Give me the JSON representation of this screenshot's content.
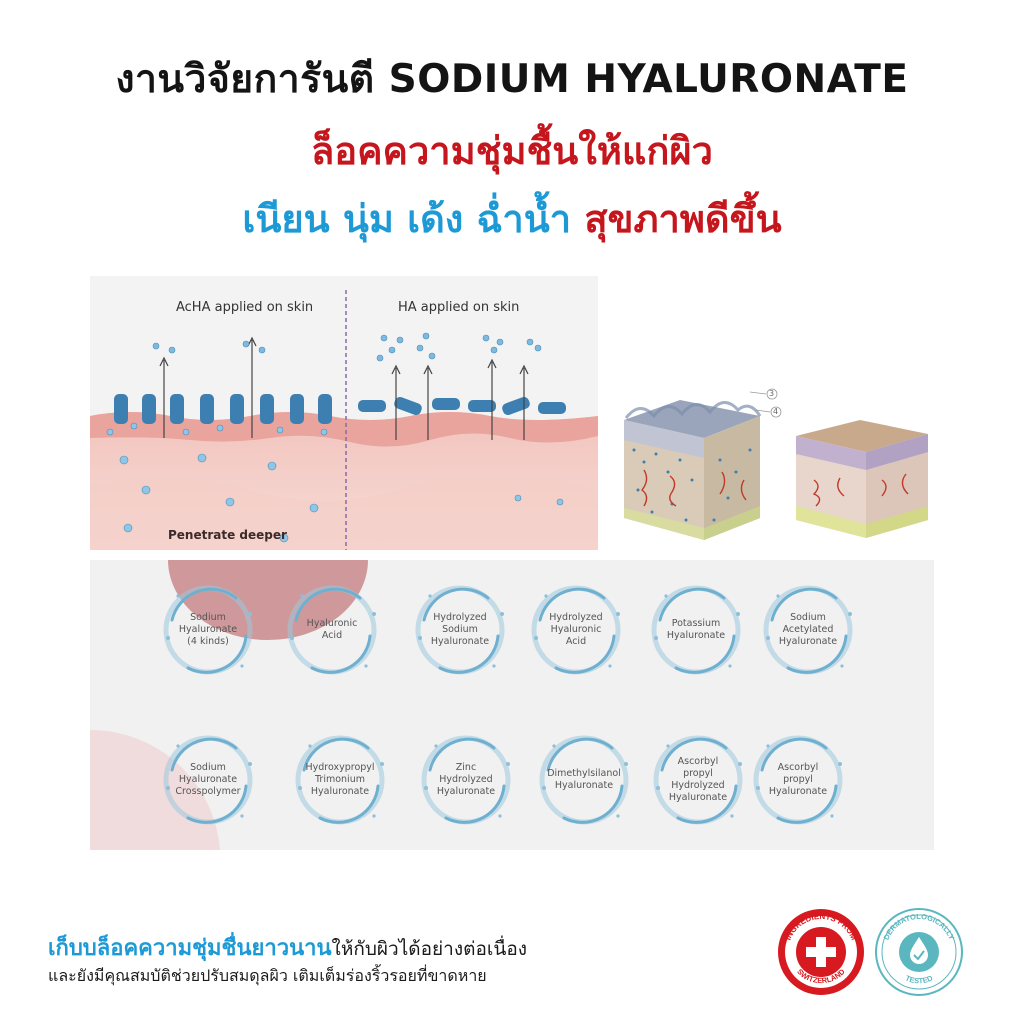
{
  "headline": {
    "line1": "งานวิจัยการันตี SODIUM HYALURONATE",
    "line2": "ล็อคความชุ่มชื้นให้แก่ผิว",
    "line3_blue": "เนียน นุ่ม เด้ง ฉ่ำน้ำ",
    "line3_red": "สุขภาพดีขึ้น"
  },
  "diagram": {
    "left_label": "AcHA applied on skin",
    "right_label": "HA applied on skin",
    "bottom_label": "Penetrate deeper"
  },
  "cubes": {
    "marker_3": "3",
    "marker_4": "4"
  },
  "ingredients": [
    "Sodium\nHyaluronate\n(4 kinds)",
    "Hyaluronic\nAcid",
    "Hydrolyzed\nSodium\nHyaluronate",
    "Hydrolyzed\nHyaluronic\nAcid",
    "Potassium\nHyaluronate",
    "Sodium\nAcetylated\nHyaluronate",
    "Sodium\nHyaluronate\nCrosspolymer",
    "Hydroxypropyl\nTrimonium\nHyaluronate",
    "Zinc\nHydrolyzed\nHyaluronate",
    "Dimethylsilanol\nHyaluronate",
    "Ascorbyl\npropyl\nHydrolyzed\nHyaluronate",
    "Ascorbyl\npropyl\nHyaluronate"
  ],
  "footer": {
    "lead": "เก็บบล็อคความชุ่มชื่นยาวนาน",
    "line1_rest": "ให้กับผิวได้อย่างต่อเนื่อง",
    "line2": "และยังมีคุณสมบัติช่วยปรับสมดุลผิว เติมเต็มร่องริ้วรอยที่ขาดหาย"
  },
  "badges": {
    "swiss_top": "INGREDIENTS FROM",
    "swiss_bottom": "SWITZERLAND",
    "derma_top": "DERMATOLOGICALLY",
    "derma_bottom": "TESTED"
  },
  "colors": {
    "accent_blue": "#1d9ad6",
    "accent_red": "#c4161c",
    "badge_red": "#d71920",
    "badge_teal": "#5ab7bf"
  },
  "icons": {
    "swiss_cross": "swiss-cross-icon",
    "derma_drop": "water-drop-check-icon"
  }
}
